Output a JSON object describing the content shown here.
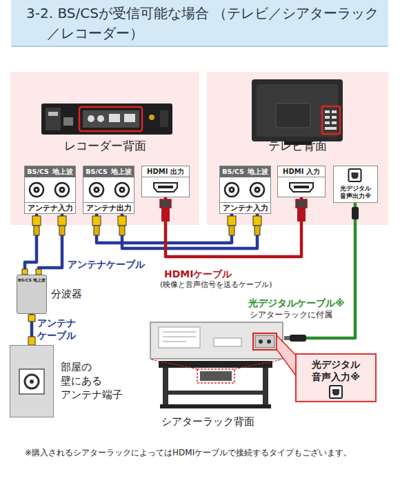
{
  "diagram": {
    "title": "3-2. BS/CSが受信可能な場合 （テレビ／シアターラック／レコーダー）",
    "caption": "※購入されるシアターラックによってはHDMIケーブルで接続するタイプもございます。",
    "nodes": [
      {
        "text": [
          "レコーダー背面"
        ]
      },
      {
        "text": [
          "BS/CS",
          "地上波",
          "アンテナ入力"
        ],
        "in": 0
      },
      {
        "text": [
          "BS/CS",
          "地上波",
          "アンテナ出力"
        ],
        "in": 0
      },
      {
        "text": [
          "HDMI 出力"
        ],
        "in": 0
      },
      {
        "text": [
          "テレビ背面"
        ]
      },
      {
        "text": [
          "BS/CS",
          "地上波",
          "アンテナ入力"
        ],
        "in": 4
      },
      {
        "text": [
          "HDMI 入力"
        ],
        "in": 4
      },
      {
        "text": [
          "光デジタル 音声出力※"
        ],
        "in": 4
      },
      {
        "text": [
          "BS/CS 地上波",
          "分波器"
        ]
      },
      {
        "text": [
          "部屋の 壁にある アンテナ端子"
        ]
      },
      {
        "text": [
          "シアターラック背面"
        ]
      },
      {
        "text": [
          "光デジタル 音声入力※"
        ]
      }
    ],
    "edges": [
      {
        "from": 8,
        "to": 1,
        "arrow": "none",
        "label": "アンテナケーブル"
      },
      {
        "from": 8,
        "to": 1,
        "arrow": "none"
      },
      {
        "from": 2,
        "to": 5,
        "arrow": "none"
      },
      {
        "from": 2,
        "to": 5,
        "arrow": "none"
      },
      {
        "from": 3,
        "to": 6,
        "arrow": "none",
        "label": "HDMIケーブル"
      },
      {
        "from": 7,
        "to": 10,
        "arrow": "none",
        "label": "光デジタルケーブル※"
      },
      {
        "from": 9,
        "to": 8,
        "arrow": "none",
        "label": "アンテナ ケーブル"
      }
    ],
    "labels": [
      "(映像と音声信号を送るケーブル)",
      "シアターラックに付属"
    ]
  }
}
